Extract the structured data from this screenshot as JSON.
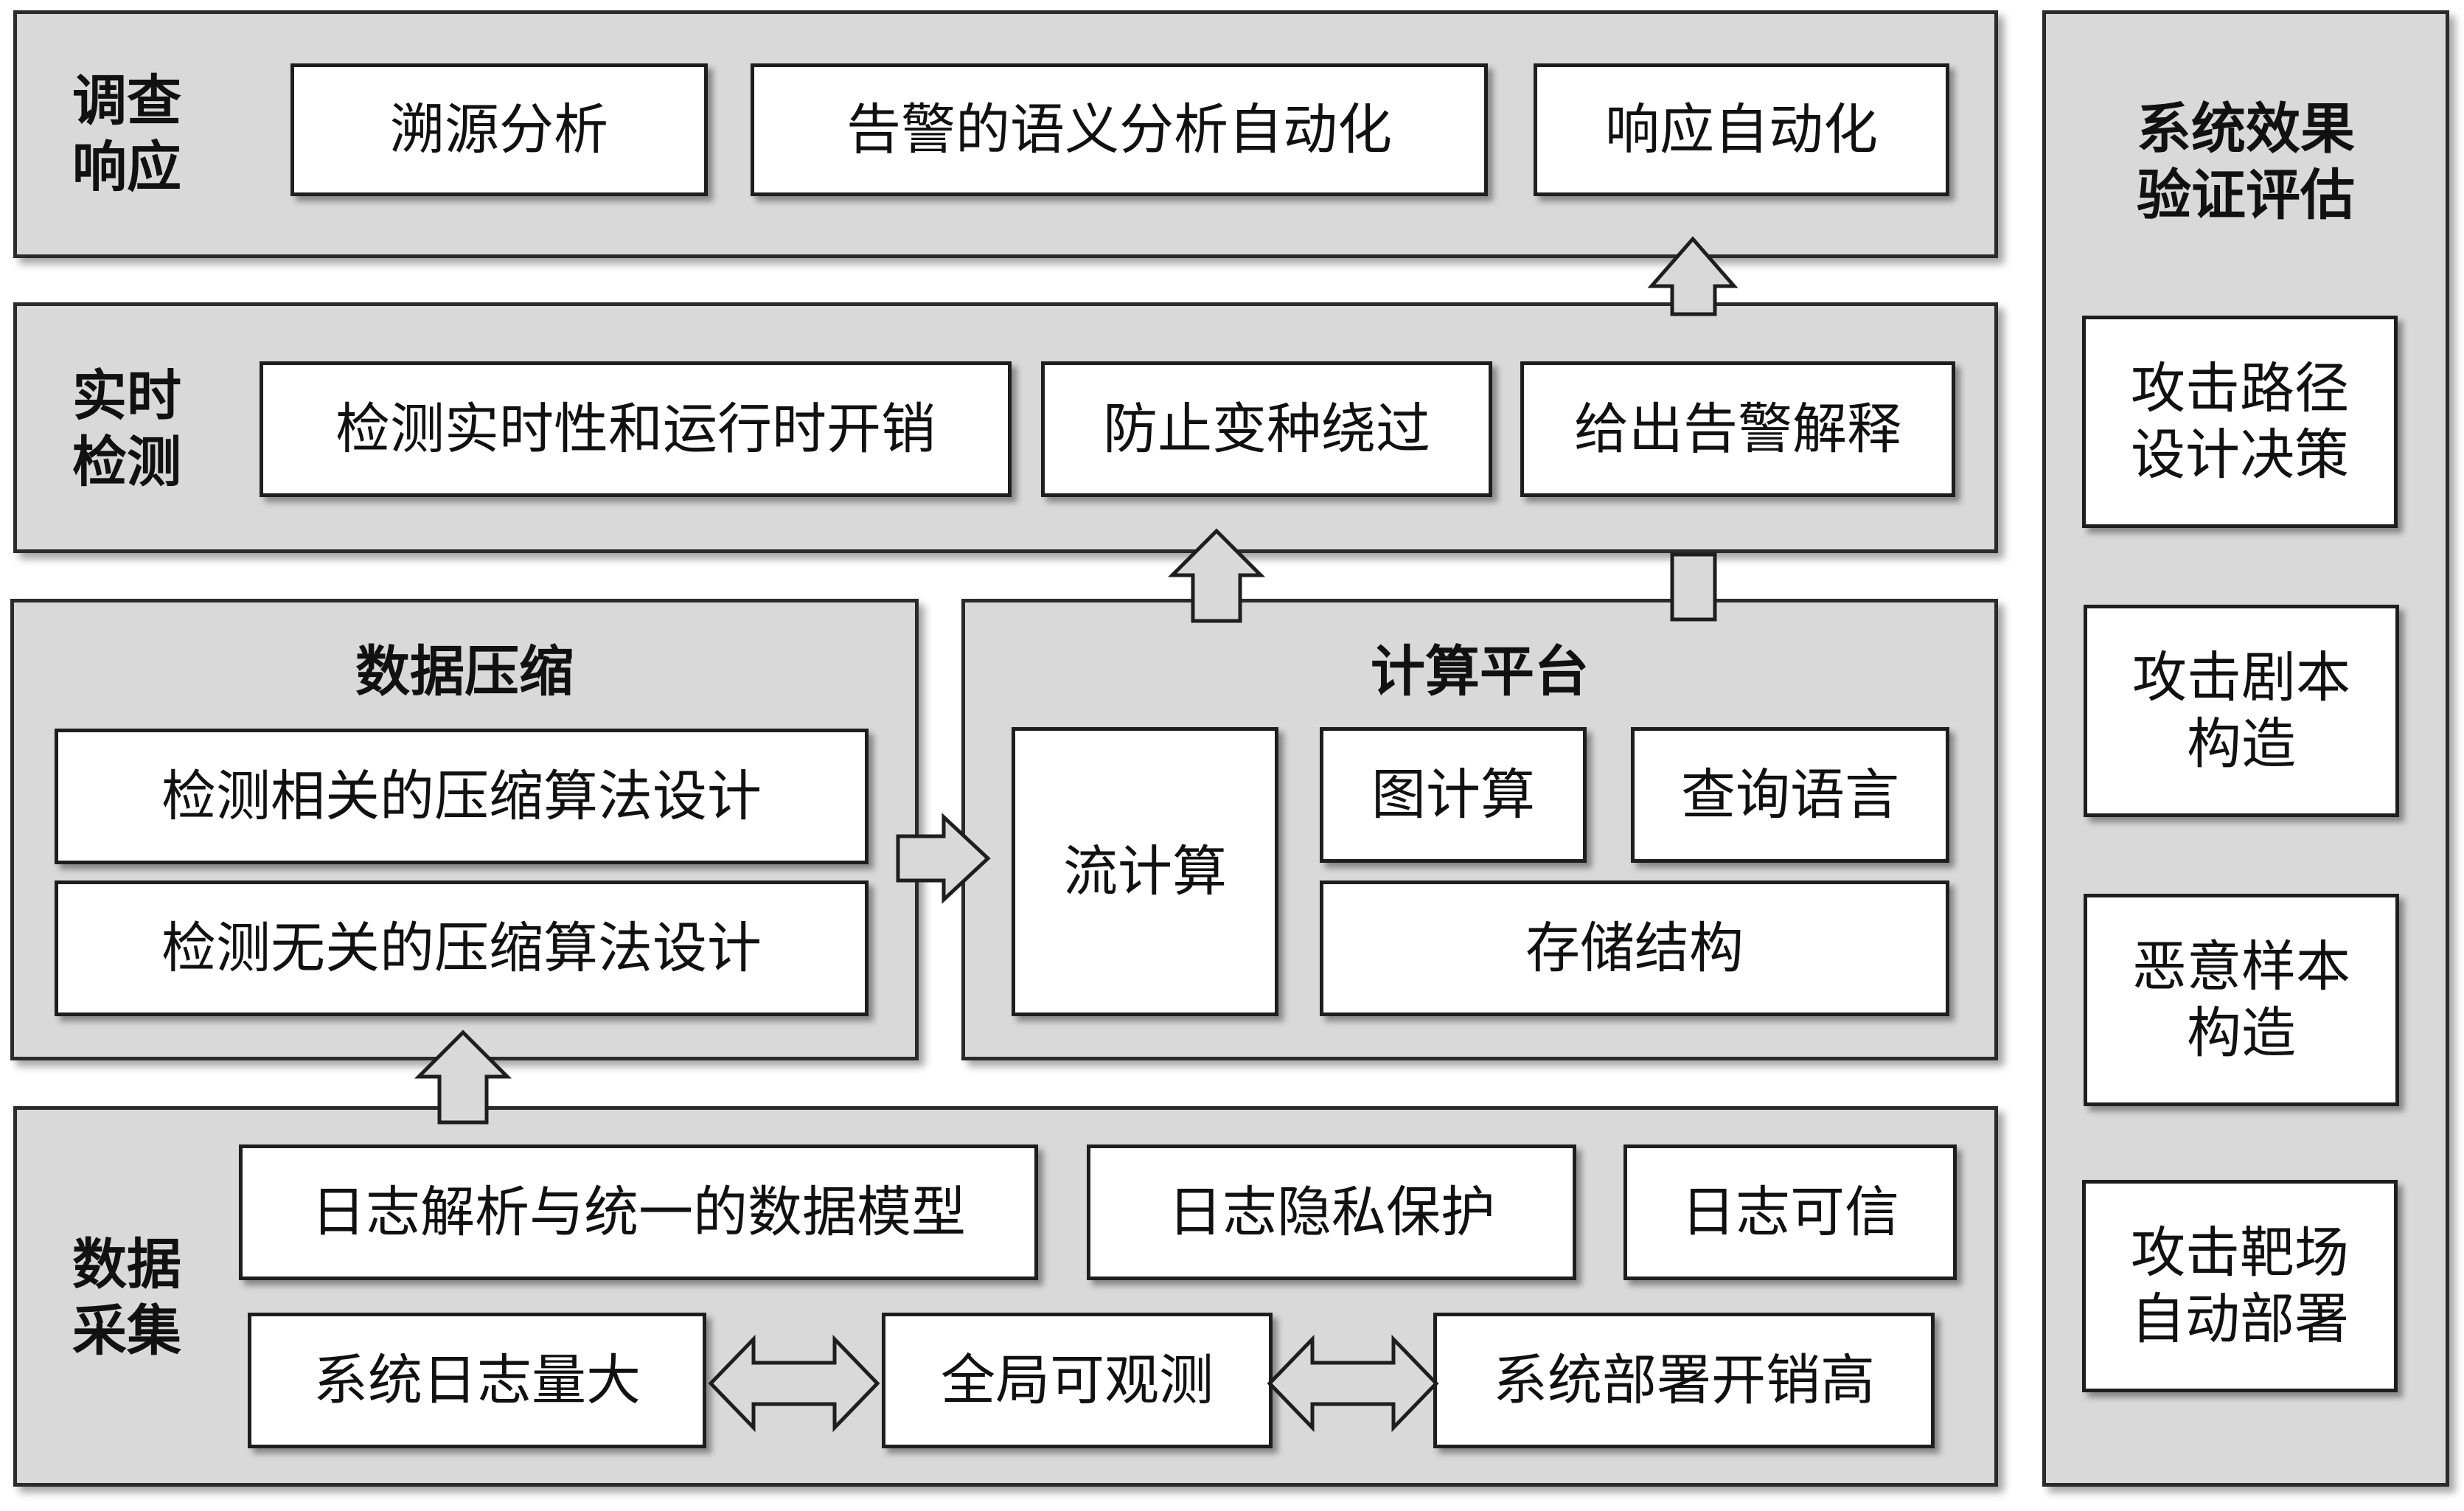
{
  "investigation": {
    "label": "调查\n响应",
    "items": [
      "溯源分析",
      "告警的语义分析自动化",
      "响应自动化"
    ]
  },
  "detection": {
    "label": "实时\n检测",
    "items": [
      "检测实时性和运行时开销",
      "防止变种绕过",
      "给出告警解释"
    ]
  },
  "compression": {
    "title": "数据压缩",
    "items": [
      "检测相关的压缩算法设计",
      "检测无关的压缩算法设计"
    ]
  },
  "platform": {
    "title": "计算平台",
    "stream": "流计算",
    "graph": "图计算",
    "query": "查询语言",
    "storage": "存储结构"
  },
  "collection": {
    "label": "数据\n采集",
    "row1": [
      "日志解析与统一的数据模型",
      "日志隐私保护",
      "日志可信"
    ],
    "row2": [
      "系统日志量大",
      "全局可观测",
      "系统部署开销高"
    ]
  },
  "evaluation": {
    "title": "系统效果\n验证评估",
    "items": [
      "攻击路径\n设计决策",
      "攻击剧本\n构造",
      "恶意样本\n构造",
      "攻击靶场\n自动部署"
    ]
  }
}
